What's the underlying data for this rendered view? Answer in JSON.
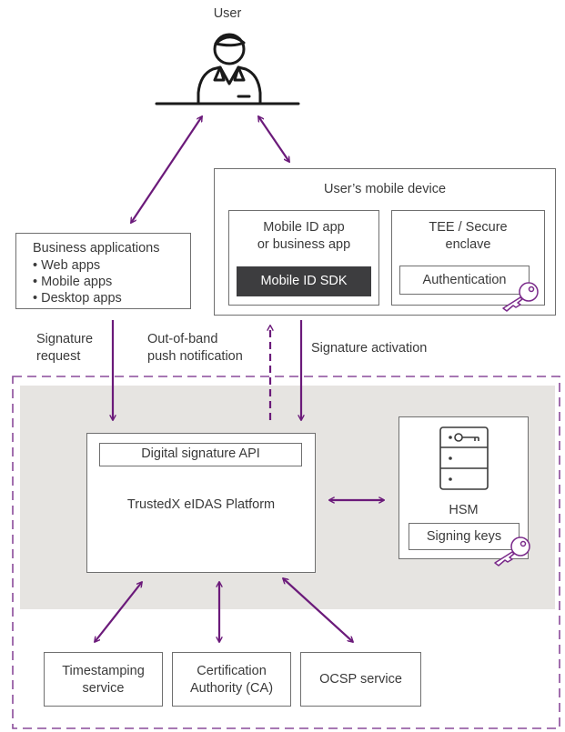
{
  "user": {
    "label": "User"
  },
  "mobile_device": {
    "title": "User’s mobile device",
    "app": {
      "label": "Mobile ID app\nor business app",
      "sdk_label": "Mobile ID SDK"
    },
    "tee": {
      "label": "TEE / Secure\nenclave",
      "auth_label": "Authentication"
    }
  },
  "business_apps": {
    "title": "Business applications",
    "items": [
      "• Web apps",
      "• Mobile apps",
      "• Desktop apps"
    ]
  },
  "flows": {
    "signature_request": "Signature\nrequest",
    "push_notification": "Out-of-band\npush notification",
    "signature_activation": "Signature activation"
  },
  "platform": {
    "api_label": "Digital signature API",
    "name": "TrustedX eIDAS Platform"
  },
  "hsm": {
    "label": "HSM",
    "keys_label": "Signing keys"
  },
  "services": [
    {
      "label": "Timestamping\nservice"
    },
    {
      "label": "Certification\nAuthority (CA)"
    },
    {
      "label": "OCSP service"
    }
  ],
  "colors": {
    "arrow": "#6b1a7a",
    "zone_fill": "#e6e4e1",
    "sdk_fill": "#3d3d3f",
    "border": "#6f6f6f"
  }
}
